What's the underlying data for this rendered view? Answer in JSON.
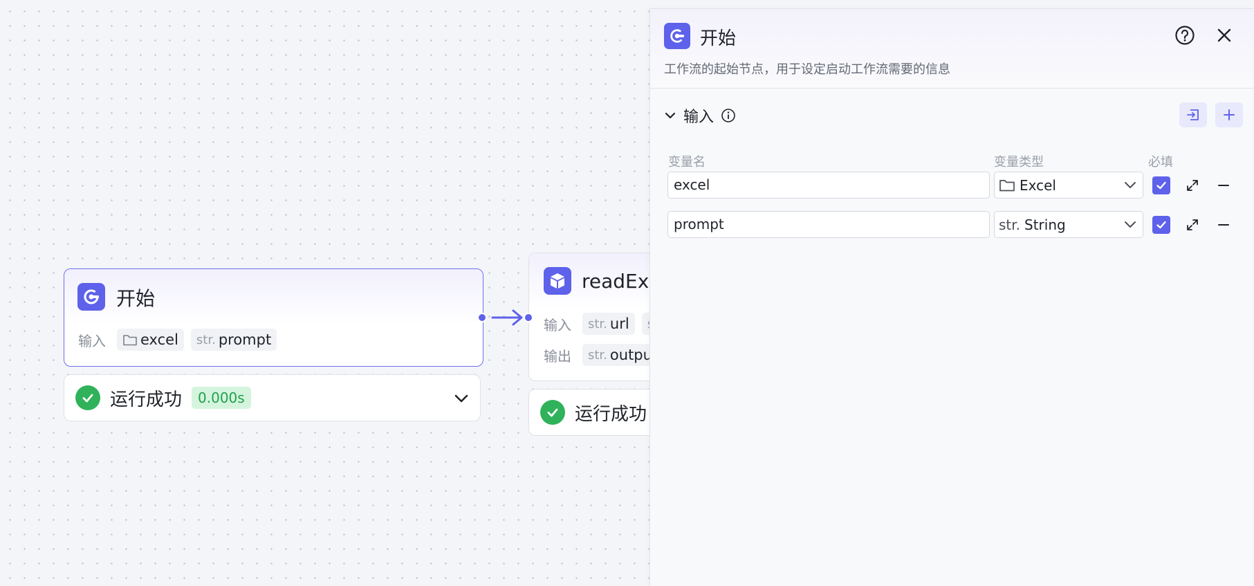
{
  "canvas": {
    "start_node": {
      "title": "开始",
      "input_label": "输入",
      "inputs": [
        {
          "type_icon": "folder-icon",
          "name": "excel"
        },
        {
          "type_prefix": "str.",
          "name": "prompt"
        }
      ],
      "status_text": "运行成功",
      "elapsed": "0.000s"
    },
    "read_node": {
      "title": "readExc",
      "input_label": "输入",
      "output_label": "输出",
      "inputs": [
        {
          "type_prefix": "str.",
          "name": "url"
        },
        {
          "type_prefix": "st",
          "name": ""
        }
      ],
      "outputs": [
        {
          "type_prefix": "str.",
          "name": "output"
        }
      ],
      "status_text": "运行成功"
    }
  },
  "panel": {
    "title": "开始",
    "description": "工作流的起始节点，用于设定启动工作流需要的信息",
    "section_title": "输入",
    "columns": {
      "name": "变量名",
      "type": "变量类型",
      "required": "必填"
    },
    "variables": [
      {
        "name": "excel",
        "type_icon": "folder-icon",
        "type_label": "Excel",
        "required": true
      },
      {
        "name": "prompt",
        "type_prefix": "str.",
        "type_label": "String",
        "required": true
      }
    ]
  },
  "colors": {
    "accent": "#5e61ea",
    "success": "#2fb25a",
    "success_bg": "#d5f4de"
  }
}
